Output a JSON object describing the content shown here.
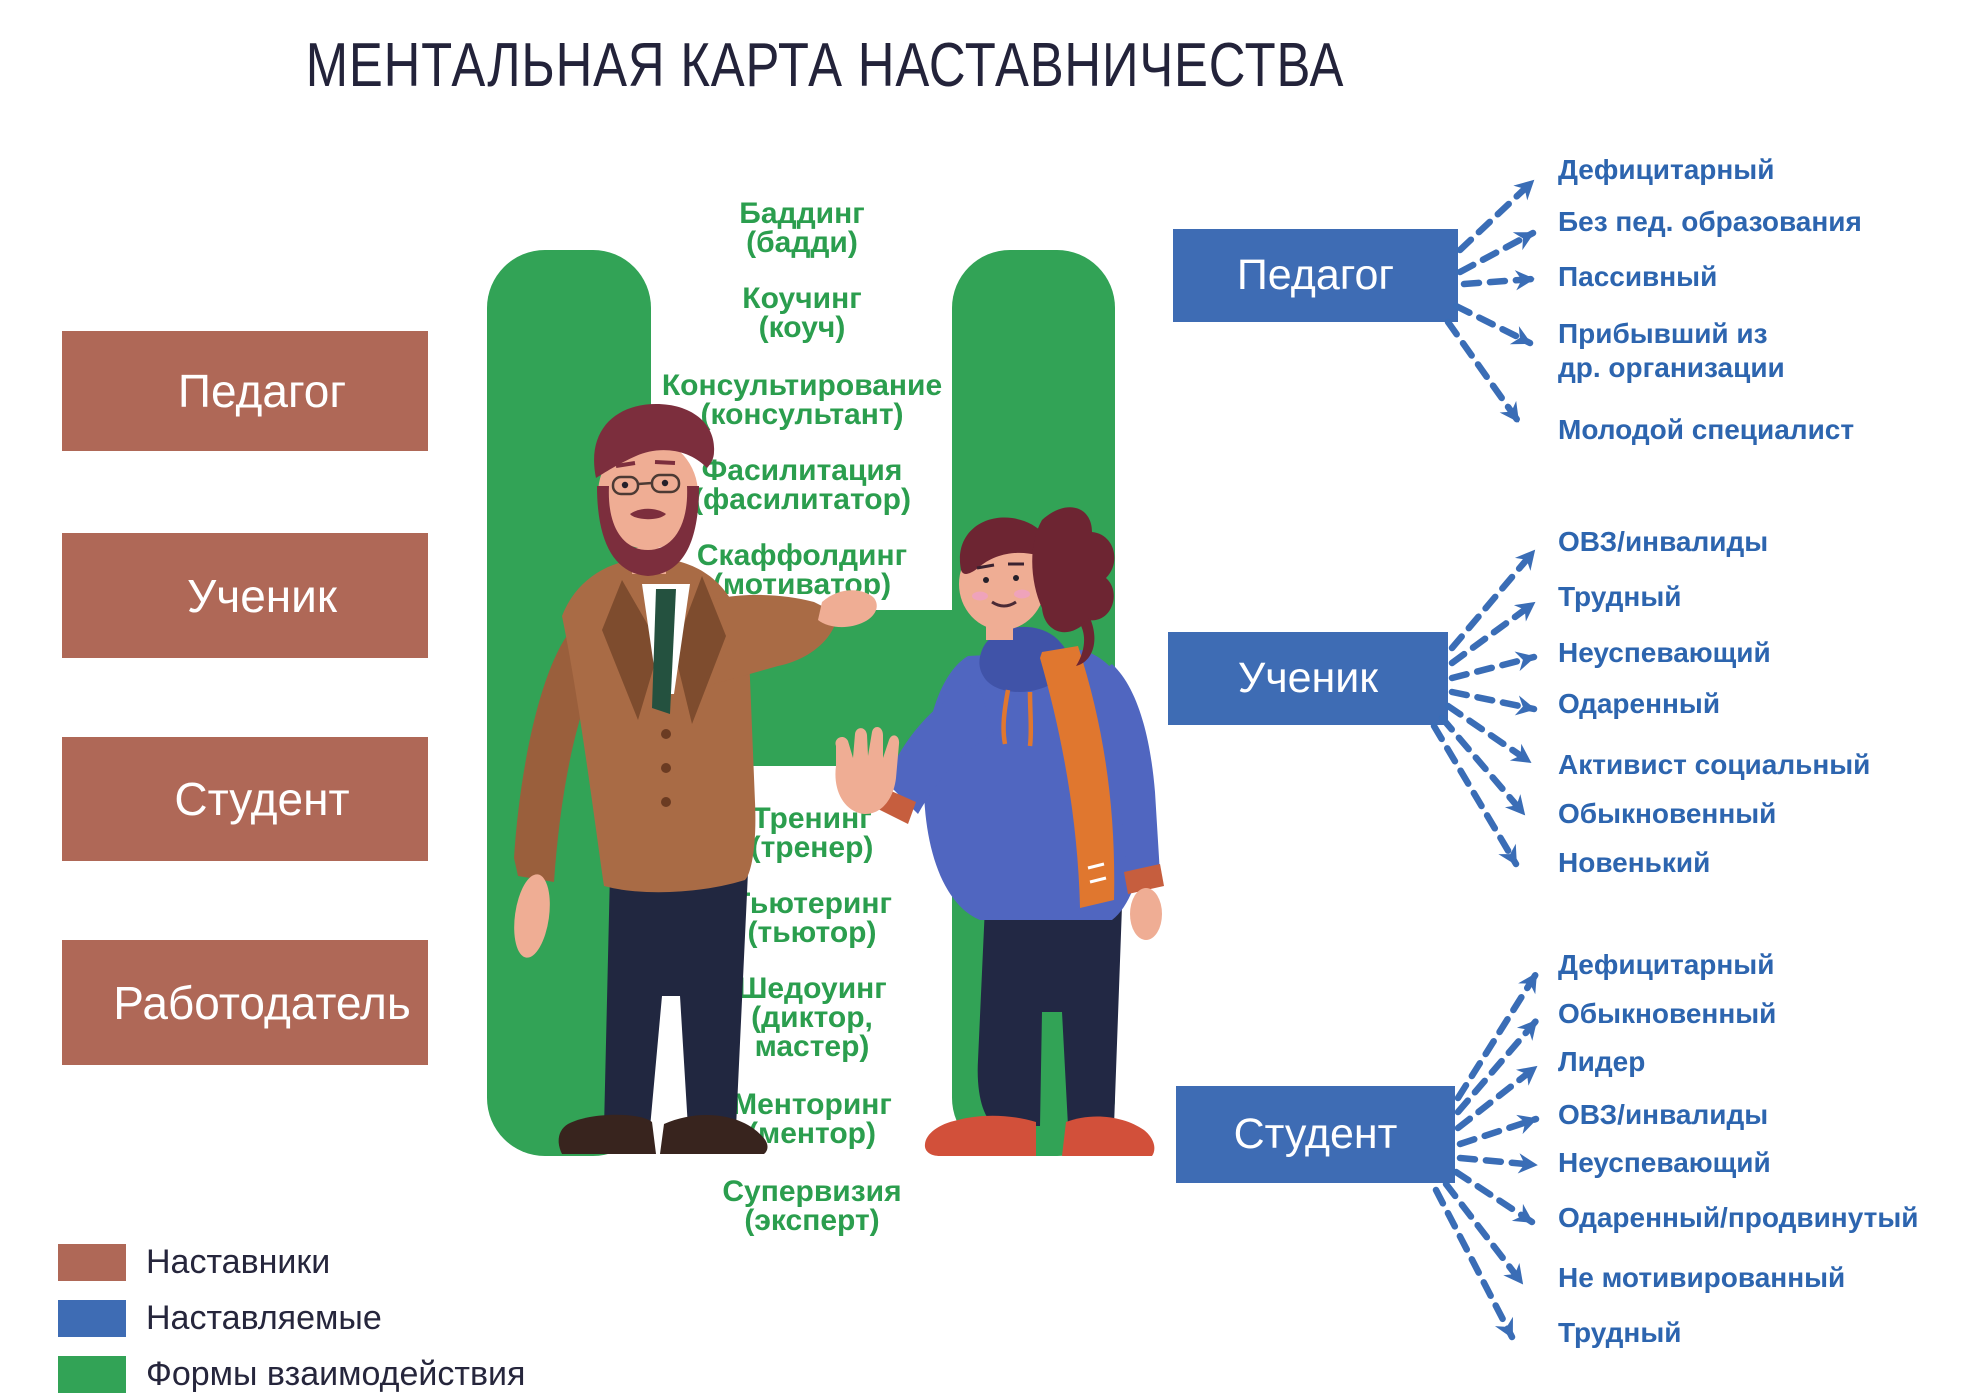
{
  "title": "МЕНТАЛЬНАЯ КАРТА НАСТАВНИЧЕСТВА",
  "colors": {
    "mentor_box": "#af6857",
    "mentee_box": "#3e6cb4",
    "form_green": "#32a356",
    "green_text": "#2b9e4e",
    "item_text": "#2d65af",
    "arrow": "#3a6db6",
    "title_text": "#23233a"
  },
  "left_column": {
    "items": [
      {
        "label": "Педагог"
      },
      {
        "label": "Ученик"
      },
      {
        "label": "Студент"
      },
      {
        "label": "Работодатель"
      }
    ]
  },
  "center": {
    "forms_top": [
      {
        "l1": "Баддинг",
        "l2": "(бадди)"
      },
      {
        "l1": "Коучинг",
        "l2": "(коуч)"
      },
      {
        "l1": "Консультирование",
        "l2": "(консультант)"
      },
      {
        "l1": "Фасилитация",
        "l2": "(фасилитатор)"
      },
      {
        "l1": "Скаффолдинг",
        "l2": "(мотиватор)"
      }
    ],
    "forms_bottom": [
      {
        "l1": "Тренинг",
        "l2": "(тренер)"
      },
      {
        "l1": "Тьютеринг",
        "l2": "(тьютор)"
      },
      {
        "l1": "Шедоуинг",
        "l2": "(диктор,",
        "l3": "мастер)"
      },
      {
        "l1": "Менторинг",
        "l2": "(ментор)"
      },
      {
        "l1": "Супервизия",
        "l2": "(эксперт)"
      }
    ]
  },
  "right_sections": [
    {
      "label": "Педагог",
      "items": [
        {
          "l1": "Дефицитарный"
        },
        {
          "l1": "Без пед. образования"
        },
        {
          "l1": "Пассивный"
        },
        {
          "l1": "Прибывший из",
          "l2": "др. организации"
        },
        {
          "l1": "Молодой специалист"
        }
      ]
    },
    {
      "label": "Ученик",
      "items": [
        {
          "l1": "ОВЗ/инвалиды"
        },
        {
          "l1": "Трудный"
        },
        {
          "l1": "Неуспевающий"
        },
        {
          "l1": "Одаренный"
        },
        {
          "l1": "Активист социальный"
        },
        {
          "l1": "Обыкновенный"
        },
        {
          "l1": "Новенький"
        }
      ]
    },
    {
      "label": "Студент",
      "items": [
        {
          "l1": "Дефицитарный"
        },
        {
          "l1": "Обыкновенный"
        },
        {
          "l1": "Лидер"
        },
        {
          "l1": "ОВЗ/инвалиды"
        },
        {
          "l1": "Неуспевающий"
        },
        {
          "l1": "Одаренный/продвинутый"
        },
        {
          "l1": "Не мотивированный"
        },
        {
          "l1": "Трудный"
        }
      ]
    }
  ],
  "legend": {
    "items": [
      {
        "label": "Наставники",
        "color": "#af6857"
      },
      {
        "label": "Наставляемые",
        "color": "#3e6cb4"
      },
      {
        "label": "Формы взаимодействия",
        "color": "#32a356"
      }
    ]
  }
}
